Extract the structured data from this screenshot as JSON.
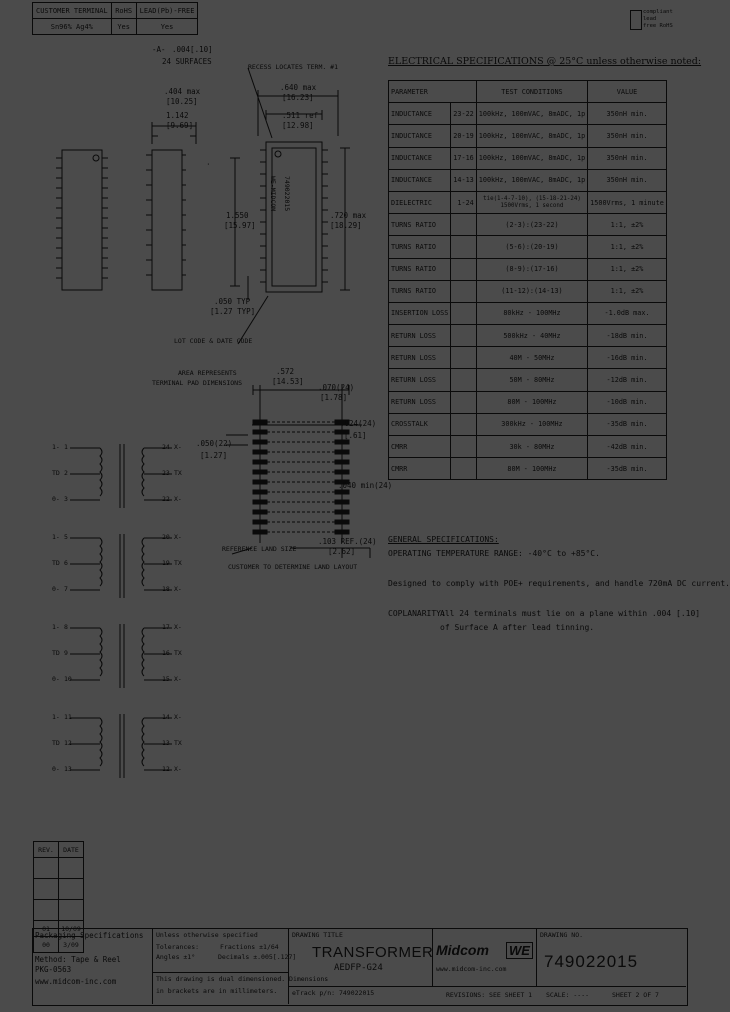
{
  "top_table": {
    "headers": [
      "CUSTOMER TERMINAL",
      "RoHS",
      "LEAD(Pb)-FREE"
    ],
    "row": [
      "Sn96% Ag4%",
      "Yes",
      "Yes"
    ]
  },
  "compliance_mark": {
    "line1": "compliant",
    "line2": "lead",
    "line3": "free RoHS"
  },
  "drawing_labels": {
    "datum": "-A-",
    "tolerance": ".004[.10]",
    "surface": "24 SURFACES",
    "recess": "RECESS LOCATES TERM. #1",
    "dim_404": ".404 max",
    "dim_404mm": "[10.25]",
    "dim_346": "1.142",
    "dim_346mm": "[9.69]",
    "dim_640": ".640 max",
    "dim_640mm": "[16.23]",
    "dim_511": ".511 ref",
    "dim_511mm": "[12.98]",
    "dim_550": "1.550",
    "dim_550mm": "[15.97]",
    "dim_720": ".720 max",
    "dim_720mm": "[18.29]",
    "dim_050": ".050 TYP",
    "dim_050mm": "[1.27 TYP]",
    "lot_code": "LOT CODE & DATE CODE",
    "part_on_body_1": "WE-MIDCOM",
    "part_on_body_2": "749022015",
    "pad_note_1": "AREA REPRESENTS",
    "pad_note_2": "TERMINAL PAD DIMENSIONS",
    "dim_572": ".572",
    "dim_572mm": "[14.53]",
    "dim_070": ".070(24)",
    "dim_070mm": "[1.78]",
    "dim_024": ".024(24)",
    "dim_024mm": "[.61]",
    "dim_050b": ".050(22)",
    "dim_050bmm": "[1.27]",
    "dim_040": ".040 min(24)",
    "ref_land": "REFERENCE LAND SIZE",
    "dim_103": ".103 REF.(24)",
    "dim_103mm": "[2.62]",
    "customer_layout": "CUSTOMER TO DETERMINE LAND LAYOUT"
  },
  "schematic": {
    "groups": [
      {
        "left": [
          "1-",
          "TD",
          "0-"
        ],
        "left_pins": [
          "1",
          "2",
          "3"
        ],
        "right_pins": [
          "24",
          "23",
          "22"
        ],
        "right": [
          "X-",
          "TX",
          "X-"
        ]
      },
      {
        "left": [
          "1-",
          "TD",
          "0-"
        ],
        "left_pins": [
          "5",
          "6",
          "7"
        ],
        "right_pins": [
          "20",
          "19",
          "18"
        ],
        "right": [
          "X-",
          "TX",
          "X-"
        ]
      },
      {
        "left": [
          "1-",
          "TD",
          "0-"
        ],
        "left_pins": [
          "8",
          "9",
          "10"
        ],
        "right_pins": [
          "17",
          "16",
          "15"
        ],
        "right": [
          "X-",
          "TX",
          "X-"
        ]
      },
      {
        "left": [
          "1-",
          "TD",
          "0-"
        ],
        "left_pins": [
          "11",
          "12",
          "13"
        ],
        "right_pins": [
          "14",
          "13",
          "12"
        ],
        "right": [
          "X-",
          "TX",
          "X-"
        ]
      }
    ]
  },
  "elec_title": "ELECTRICAL SPECIFICATIONS @ 25°C unless otherwise noted:",
  "spec": {
    "headers": [
      "PARAMETER",
      "TEST CONDITIONS",
      "VALUE"
    ],
    "rows": [
      [
        "INDUCTANCE",
        "23-22",
        "100kHz, 100mVAC, 8mADC, 1p",
        "350nH min."
      ],
      [
        "INDUCTANCE",
        "20-19",
        "100kHz, 100mVAC, 8mADC, 1p",
        "350nH min."
      ],
      [
        "INDUCTANCE",
        "17-16",
        "100kHz, 100mVAC, 8mADC, 1p",
        "350nH min."
      ],
      [
        "INDUCTANCE",
        "14-13",
        "100kHz, 100mVAC, 8mADC, 1p",
        "350nH min."
      ],
      [
        "DIELECTRIC",
        "1-24",
        "tie(1-4-7-10), (15-18-21-24) 1500Vrms, 1 second",
        "1500Vrms, 1 minute"
      ],
      [
        "TURNS RATIO",
        "",
        "(2-3):(23-22)",
        "1:1, ±2%"
      ],
      [
        "TURNS RATIO",
        "",
        "(5-6):(20-19)",
        "1:1, ±2%"
      ],
      [
        "TURNS RATIO",
        "",
        "(8-9):(17-16)",
        "1:1, ±2%"
      ],
      [
        "TURNS RATIO",
        "",
        "(11-12):(14-13)",
        "1:1, ±2%"
      ],
      [
        "INSERTION LOSS",
        "",
        "80kHz - 100MHz",
        "-1.0dB max."
      ],
      [
        "RETURN LOSS",
        "",
        "500kHz - 40MHz",
        "-18dB min."
      ],
      [
        "RETURN LOSS",
        "",
        "40M - 50MHz",
        "-16dB min."
      ],
      [
        "RETURN LOSS",
        "",
        "50M - 80MHz",
        "-12dB min."
      ],
      [
        "RETURN LOSS",
        "",
        "80M - 100MHz",
        "-10dB min."
      ],
      [
        "CROSSTALK",
        "",
        "300kHz - 100MHz",
        "-35dB min."
      ],
      [
        "CMRR",
        "",
        "30k - 80MHz",
        "-42dB min."
      ],
      [
        "CMRR",
        "",
        "80M - 100MHz",
        "-35dB min."
      ]
    ]
  },
  "general": {
    "title": "GENERAL SPECIFICATIONS:",
    "temp": "OPERATING TEMPERATURE RANGE: -40°C to +85°C.",
    "poe": "Designed to comply with POE+ requirements, and handle 720mA DC current.",
    "cop_label": "COPLANARITY:",
    "cop_1": "All 24 terminals must lie on a plane within .004 [.10]",
    "cop_2": "of Surface A after lead tinning."
  },
  "rev_table": {
    "headers": [
      "REV.",
      "DATE"
    ],
    "rows": [
      [
        "",
        ""
      ],
      [
        "",
        ""
      ],
      [
        "",
        ""
      ],
      [
        "01",
        "10/09"
      ],
      [
        "00",
        "3/09"
      ]
    ]
  },
  "title_block": {
    "pack_title": "Packaging Specifications",
    "pack_1": "Method: Tape & Reel",
    "pack_2": "PKG-0563",
    "website": "www.midcom-inc.com",
    "unless": "Unless otherwise specified",
    "tol_label": "Tolerances:",
    "tol_frac": "Fractions ±1/64",
    "tol_ang_label": "Angles ±1°",
    "tol_dec": "Decimals ±.005[.127]",
    "dual_1": "This drawing is dual dimensioned. Dimensions",
    "dual_2": "in brackets are in millimeters.",
    "drawing_title_label": "DRAWING TITLE",
    "drawing_title": "TRANSFORMER",
    "drawing_sub": "AEDFP-G24",
    "etrack": "eTrack p/n: 749022015",
    "logo": "Midcom",
    "logo_sub": "WE",
    "logo_web": "www.midcom-inc.com",
    "drawing_no_label": "DRAWING NO.",
    "drawing_no": "749022015",
    "revisions": "REVISIONS: SEE SHEET 1",
    "scale": "SCALE: ----",
    "sheet": "SHEET 2 OF 7"
  }
}
